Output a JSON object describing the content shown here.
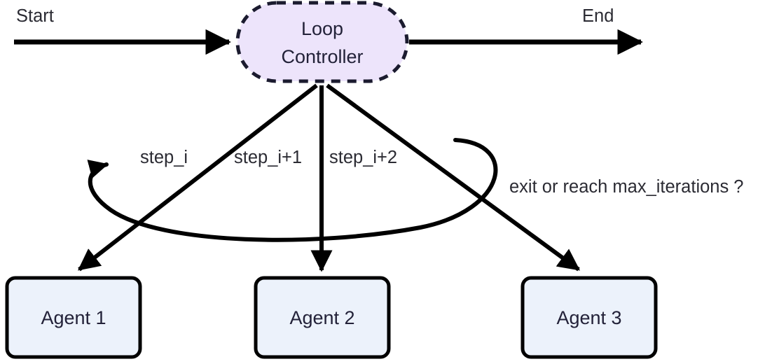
{
  "diagram": {
    "title_nodes": {
      "controller": {
        "label_line1": "Loop",
        "label_line2": "Controller",
        "shape": "stadium-dashed",
        "fill": "#EDE4FB",
        "stroke": "#1b1b2f"
      }
    },
    "endpoints": [
      {
        "name": "start",
        "label": "Start"
      },
      {
        "name": "end",
        "label": "End"
      }
    ],
    "agents": [
      {
        "name": "agent-1",
        "label": "Agent 1"
      },
      {
        "name": "agent-2",
        "label": "Agent 2"
      },
      {
        "name": "agent-3",
        "label": "Agent 3"
      }
    ],
    "edge_labels": [
      {
        "name": "step-i",
        "label": "step_i"
      },
      {
        "name": "step-i-plus-1",
        "label": "step_i+1"
      },
      {
        "name": "step-i-plus-2",
        "label": "step_i+2"
      }
    ],
    "feedback": {
      "name": "feedback-condition",
      "label": "exit or reach max_iterations ?"
    },
    "colors": {
      "controller_fill": "#EDE4FB",
      "controller_stroke": "#1b1b2f",
      "agent_fill": "#ECF2FB",
      "agent_stroke": "#000000",
      "arrow": "#000000",
      "text": "#2b2b33",
      "background": "#ffffff"
    }
  }
}
